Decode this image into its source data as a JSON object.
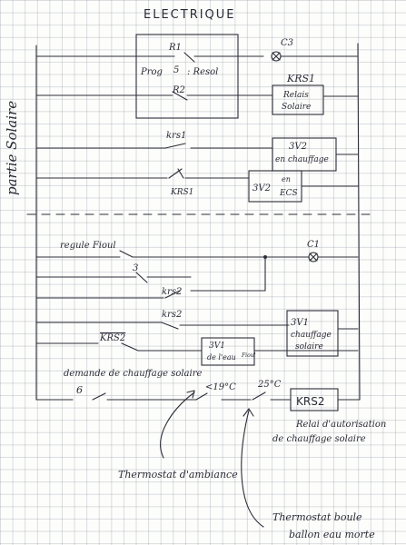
{
  "title": "ELECTRIQUE",
  "side_label": "partie Solaire",
  "prog_box": {
    "r1": "R1",
    "prog": "Prog",
    "num": "5",
    "resol": ": Resol",
    "r2": "R2"
  },
  "labels": {
    "c3": "C3",
    "krs1_top": "KRS1",
    "krs1_relay": "Relais",
    "krs1_relay2": "Solaire",
    "krs1_contact": "krs1",
    "krs1_contact2": "KRS1",
    "v3_chauffage_1": "3V2",
    "v3_chauffage_2": "en chauffage",
    "v3_ecs_1": "3V2",
    "v3_ecs_2": "en",
    "v3_ecs_3": "ECS",
    "regule_fioul": "regule Fioul",
    "c1": "C1",
    "num3": "3",
    "krs2_a": "krs2",
    "krs2_b": "krs2",
    "krs2_bar": "KRS2",
    "v31_left_1": "3V1",
    "v31_left_2": "de l'eau",
    "v31_left_3": "Fioul",
    "v31_right_1": "3V1",
    "v31_right_2": "chauffage",
    "v31_right_3": "solaire",
    "demande": "demande de chauffage solaire",
    "num6": "6",
    "t19": "<19°C",
    "t25": "25°C",
    "krs2_coil": "KRS2",
    "relai_1": "Relai d'autorisation",
    "relai_2": "de chauffage solaire",
    "thermo_amb": "Thermostat d'ambiance",
    "thermo_boule_1": "Thermostat boule",
    "thermo_boule_2": "ballon eau morte"
  }
}
